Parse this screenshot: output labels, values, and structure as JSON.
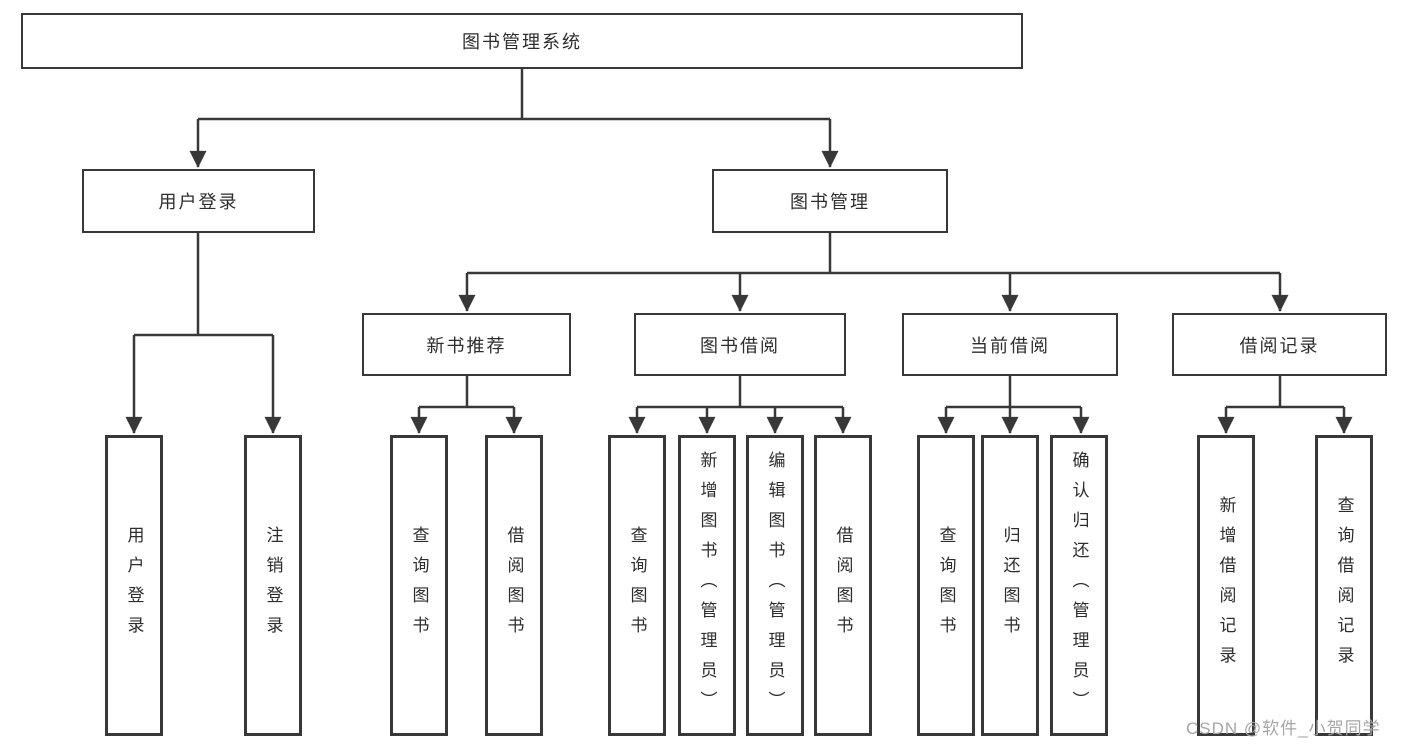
{
  "tree": {
    "label": "图书管理系统",
    "children": [
      {
        "label": "用户登录",
        "children": [
          {
            "label": "用户登录"
          },
          {
            "label": "注销登录"
          }
        ]
      },
      {
        "label": "图书管理",
        "children": [
          {
            "label": "新书推荐",
            "children": [
              {
                "label": "查询图书"
              },
              {
                "label": "借阅图书"
              }
            ]
          },
          {
            "label": "图书借阅",
            "children": [
              {
                "label": "查询图书"
              },
              {
                "label": "新增图书（管理员）"
              },
              {
                "label": "编辑图书（管理员）"
              },
              {
                "label": "借阅图书"
              }
            ]
          },
          {
            "label": "当前借阅",
            "children": [
              {
                "label": "查询图书"
              },
              {
                "label": "归还图书"
              },
              {
                "label": "确认归还（管理员）"
              }
            ]
          },
          {
            "label": "借阅记录",
            "children": [
              {
                "label": "新增借阅记录"
              },
              {
                "label": "查询借阅记录"
              }
            ]
          }
        ]
      }
    ]
  },
  "watermark": {
    "text": "CSDN @软件_小贺同学"
  },
  "colors": {
    "line": "#383838",
    "box_border": "#383838",
    "text": "#2d2d2d",
    "watermark": "#a6a6a6",
    "background": "#ffffff"
  }
}
